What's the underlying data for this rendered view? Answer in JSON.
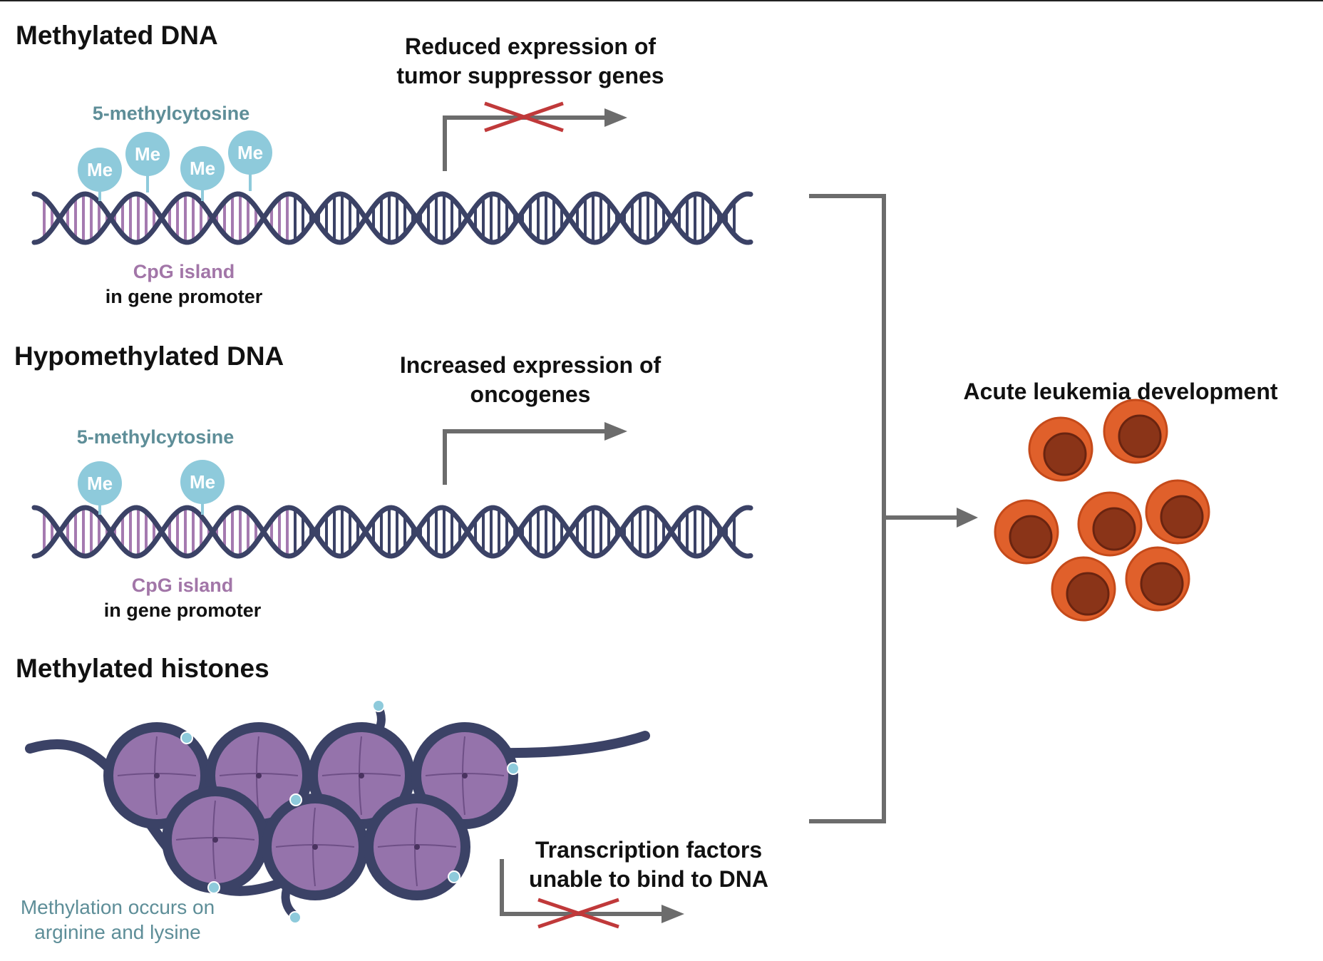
{
  "sections": {
    "methylated_dna": {
      "title": "Methylated DNA",
      "marker_label": "5-methylcytosine",
      "me_badge": "Me",
      "badge_count": 4,
      "cpg_label": "CpG island",
      "promoter_label": "in gene promoter",
      "outcome_line1": "Reduced expression of",
      "outcome_line2": "tumor suppressor genes",
      "transcription_blocked": true
    },
    "hypomethylated_dna": {
      "title": "Hypomethylated DNA",
      "marker_label": "5-methylcytosine",
      "me_badge": "Me",
      "badge_count": 2,
      "cpg_label": "CpG island",
      "promoter_label": "in gene promoter",
      "outcome_line1": "Increased expression of",
      "outcome_line2": "oncogenes",
      "transcription_blocked": false
    },
    "methylated_histones": {
      "title": "Methylated histones",
      "note_line1": "Methylation occurs on",
      "note_line2": "arginine and lysine",
      "outcome_line1": "Transcription factors",
      "outcome_line2": "unable to bind to DNA",
      "transcription_blocked": true
    }
  },
  "result": {
    "label": "Acute leukemia development",
    "cell_count": 7
  },
  "colors": {
    "dna_strand": "#3b4266",
    "cpg_rung": "#a57ab0",
    "methyl_badge": "#8ecadb",
    "arrow": "#6c6c6c",
    "block_cross": "#c0393a",
    "histone_fill": "#9573ab",
    "histone_ring": "#3b4266",
    "cell_outer": "#e0602b",
    "cell_nucleus": "#8a3418",
    "marker_text": "#5e8e98",
    "cpg_text": "#a276a8"
  }
}
